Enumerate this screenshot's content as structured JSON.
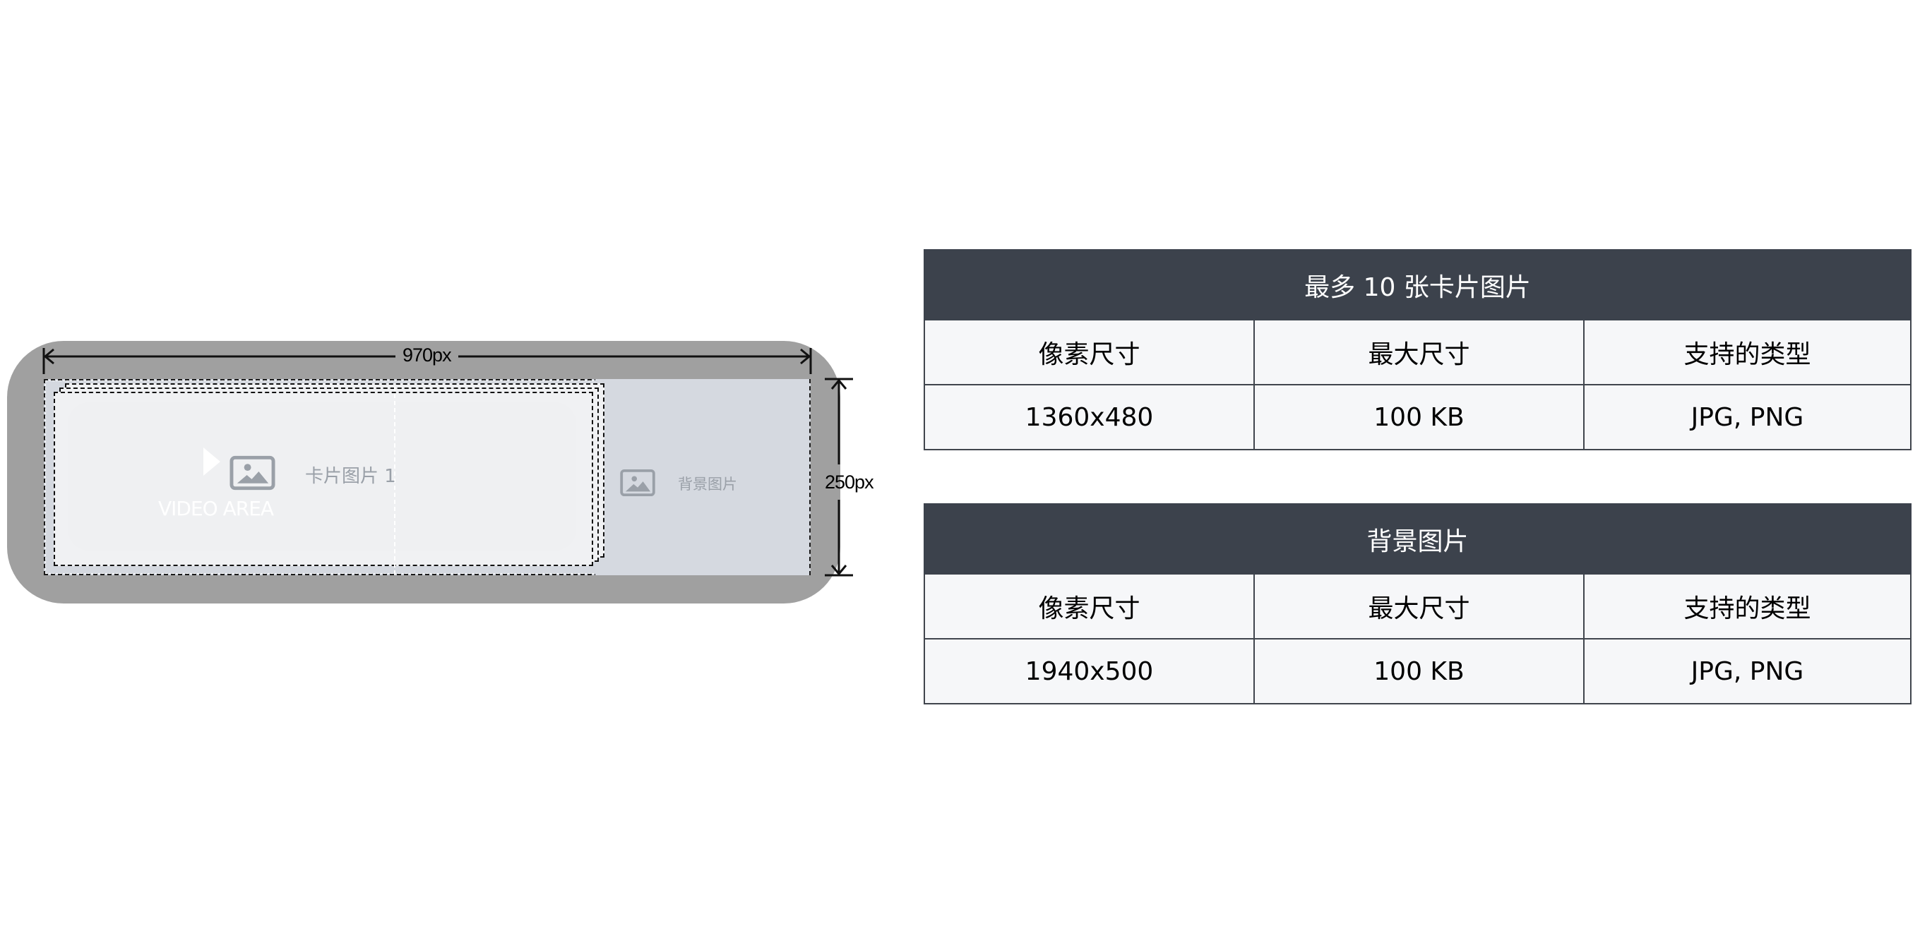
{
  "diagram": {
    "width_label": "970px",
    "height_label": "250px",
    "card_label": "卡片图片 1",
    "video_label": "VIDEO AREA",
    "background_label": "背景图片",
    "icons": {
      "play": "play-icon",
      "card_image": "image-icon",
      "background_image": "image-icon"
    },
    "colors": {
      "frame": "#a0a0a0",
      "card": "#f0f1f3",
      "background_area": "#d5d9e0",
      "icon": "#9aa0a8"
    }
  },
  "tables": [
    {
      "title": "最多 10 张卡片图片",
      "headers": [
        "像素尺寸",
        "最大尺寸",
        "支持的类型"
      ],
      "rows": [
        [
          "1360x480",
          "100 KB",
          "JPG, PNG"
        ]
      ]
    },
    {
      "title": "背景图片",
      "headers": [
        "像素尺寸",
        "最大尺寸",
        "支持的类型"
      ],
      "rows": [
        [
          "1940x500",
          "100 KB",
          "JPG, PNG"
        ]
      ]
    }
  ],
  "colors": {
    "table_header_bg": "#3c424c",
    "table_cell_bg": "#f6f7f9",
    "table_border": "#40454d"
  }
}
